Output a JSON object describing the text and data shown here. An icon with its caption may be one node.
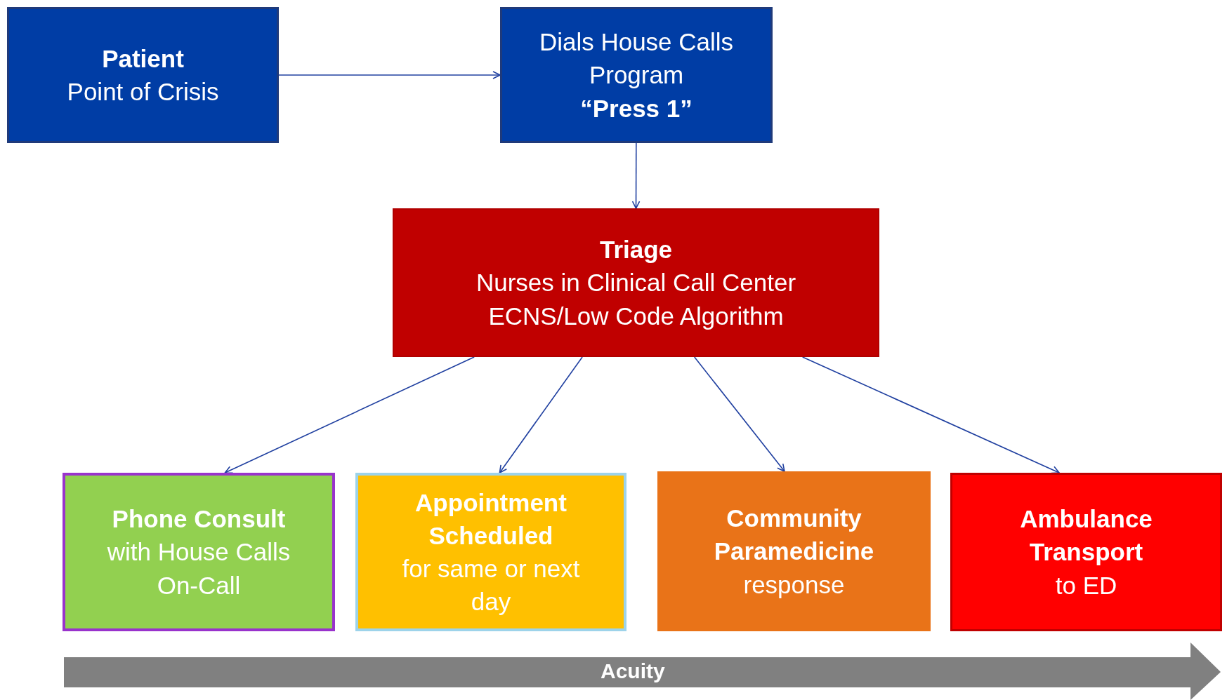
{
  "diagram": {
    "nodes": [
      {
        "text": [
          "Patient",
          "Point of Crisis"
        ]
      },
      {
        "text": [
          "Dials House Calls Program",
          "“Press 1”"
        ]
      },
      {
        "text": [
          "Triage",
          "Nurses in Clinical Call Center",
          "ECNS/Low Code Algorithm"
        ]
      },
      {
        "text": [
          "Phone Consult",
          "with House Calls On-Call"
        ]
      },
      {
        "text": [
          "Appointment Scheduled",
          "for same or next day"
        ]
      },
      {
        "text": [
          "Community Paramedicine",
          "response"
        ]
      },
      {
        "text": [
          "Ambulance Transport",
          "to ED"
        ]
      }
    ],
    "edges": [
      {
        "from": 0,
        "to": 1,
        "arrow": "to"
      },
      {
        "from": 1,
        "to": 2,
        "arrow": "to"
      },
      {
        "from": 2,
        "to": 3,
        "arrow": "to"
      },
      {
        "from": 2,
        "to": 4,
        "arrow": "to"
      },
      {
        "from": 2,
        "to": 5,
        "arrow": "to"
      },
      {
        "from": 2,
        "to": 6,
        "arrow": "to"
      }
    ],
    "labels": [
      "Acuity"
    ]
  }
}
